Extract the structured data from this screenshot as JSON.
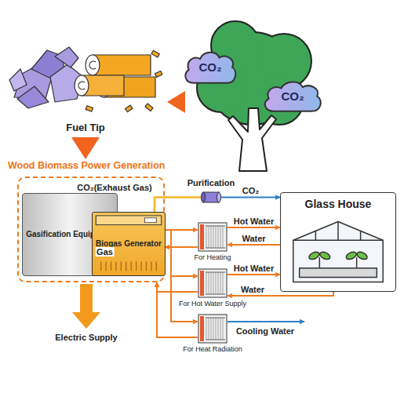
{
  "diagram": {
    "nodes": [
      {
        "text": [
          "Fuel Tip"
        ]
      },
      {
        "text": [
          "CO₂"
        ]
      },
      {
        "text": [
          "CO₂"
        ]
      },
      {
        "text": [
          "Wood Biomass Power Generation"
        ]
      },
      {
        "text": [
          "Gasification Equipment"
        ],
        "in": 3
      },
      {
        "text": [
          "Biogas Generator"
        ],
        "in": 3
      },
      {
        "text": [
          "Purification"
        ]
      },
      {
        "text": [
          "Glass House"
        ]
      },
      {
        "text": [
          "For Heating"
        ]
      },
      {
        "text": [
          "For Hot Water Supply"
        ]
      },
      {
        "text": [
          "For Heat Radiation"
        ]
      }
    ],
    "edges": [
      {
        "from": 0,
        "to": 3,
        "arrow": "to"
      },
      {
        "from": 4,
        "to": 5,
        "label": "Gas",
        "arrow": "to"
      },
      {
        "from": 5,
        "to": 6,
        "arrow": "none"
      },
      {
        "from": 6,
        "to": 7,
        "label": "CO₂",
        "arrow": "to"
      },
      {
        "from": 3,
        "to": 8,
        "arrow": "to"
      },
      {
        "from": 3,
        "to": 9,
        "arrow": "to"
      },
      {
        "from": 3,
        "to": 10,
        "arrow": "to"
      },
      {
        "from": 8,
        "to": 3,
        "arrow": "to"
      },
      {
        "from": 9,
        "to": 3,
        "arrow": "to"
      },
      {
        "from": 10,
        "to": 3,
        "arrow": "to"
      },
      {
        "from": 8,
        "to": 7,
        "label": "Hot Water",
        "arrow": "to"
      },
      {
        "from": 7,
        "to": 8,
        "label": "Water",
        "arrow": "to"
      },
      {
        "from": 9,
        "to": 7,
        "label": "Hot Water",
        "arrow": "to"
      },
      {
        "from": 7,
        "to": 9,
        "label": "Water",
        "arrow": "to"
      }
    ],
    "labels": [
      "CO₂(Exhaust Gas)",
      "Electric Supply",
      "Cooling Water"
    ]
  }
}
